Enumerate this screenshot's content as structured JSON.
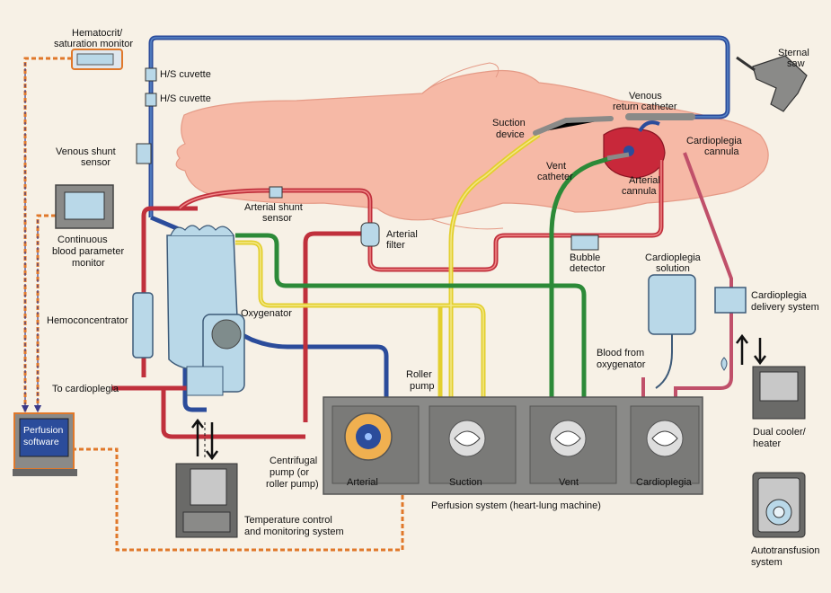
{
  "labels": {
    "hematocrit_l1": "Hematocrit/",
    "hematocrit_l2": "saturation monitor",
    "hs_cuvette_1": "H/S cuvette",
    "hs_cuvette_2": "H/S cuvette",
    "venous_shunt_l1": "Venous shunt",
    "venous_shunt_l2": "sensor",
    "arterial_shunt_l1": "Arterial shunt",
    "arterial_shunt_l2": "sensor",
    "cbpm_l1": "Continuous",
    "cbpm_l2": "blood parameter",
    "cbpm_l3": "monitor",
    "arterial_filter_l1": "Arterial",
    "arterial_filter_l2": "filter",
    "hemoconcentrator": "Hemoconcentrator",
    "oxygenator": "Oxygenator",
    "to_cardioplegia": "To cardioplegia",
    "perfusion_software_l1": "Perfusion",
    "perfusion_software_l2": "software",
    "centrifugal_l1": "Centrifugal",
    "centrifugal_l2": "pump (or",
    "centrifugal_l3": "roller pump)",
    "temp_l1": "Temperature control",
    "temp_l2": "and monitoring system",
    "arterial": "Arterial",
    "suction": "Suction",
    "vent": "Vent",
    "cardioplegia": "Cardioplegia",
    "perfusion_system": "Perfusion system (heart-lung machine)",
    "roller_l1": "Roller",
    "roller_l2": "pump",
    "blood_from_l1": "Blood from",
    "blood_from_l2": "oxygenator",
    "bubble_l1": "Bubble",
    "bubble_l2": "detector",
    "cp_solution_l1": "Cardioplegia",
    "cp_solution_l2": "solution",
    "cp_delivery_l1": "Cardioplegia",
    "cp_delivery_l2": "delivery system",
    "dual_l1": "Dual cooler/",
    "dual_l2": "heater",
    "auto_l1": "Autotransfusion",
    "auto_l2": "system",
    "suction_dev_l1": "Suction",
    "suction_dev_l2": "device",
    "vent_cath_l1": "Vent",
    "vent_cath_l2": "catheter",
    "venous_ret_l1": "Venous",
    "venous_ret_l2": "return catheter",
    "arterial_can_l1": "Arterial",
    "arterial_can_l2": "cannula",
    "cp_cannula_l1": "Cardioplegia",
    "cp_cannula_l2": "cannula",
    "sternal_l1": "Sternal",
    "sternal_l2": "saw"
  },
  "colors": {
    "background": "#f7f1e6",
    "venous_line": "#2b4c9b",
    "arterial_line": "#c0303c",
    "suction_line": "#e3cf2e",
    "vent_line": "#2c8a38",
    "data_line": "#e0782a",
    "body": "#f6b9a6",
    "console": "#8a8a88",
    "device": "#b9d8e8"
  }
}
